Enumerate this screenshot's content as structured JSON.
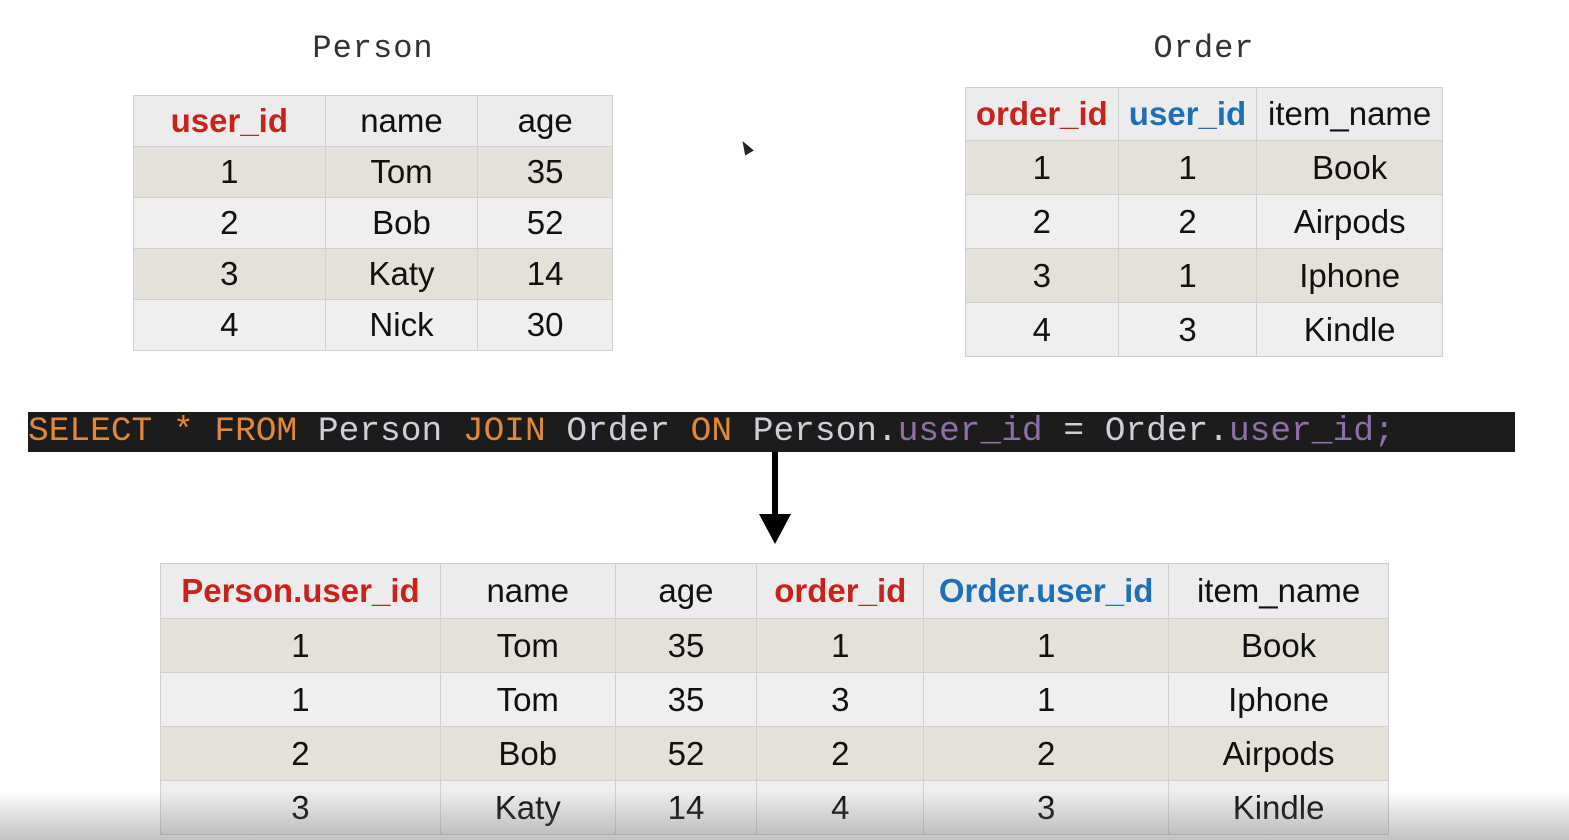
{
  "person": {
    "title": "Person",
    "headers": [
      "user_id",
      "name",
      "age"
    ],
    "header_colors": [
      "red",
      "",
      ""
    ],
    "rows": [
      [
        "1",
        "Tom",
        "35"
      ],
      [
        "2",
        "Bob",
        "52"
      ],
      [
        "3",
        "Katy",
        "14"
      ],
      [
        "4",
        "Nick",
        "30"
      ]
    ]
  },
  "order": {
    "title": "Order",
    "headers": [
      "order_id",
      "user_id",
      "item_name"
    ],
    "header_colors": [
      "red",
      "blue",
      ""
    ],
    "rows": [
      [
        "1",
        "1",
        "Book"
      ],
      [
        "2",
        "2",
        "Airpods"
      ],
      [
        "3",
        "1",
        "Iphone"
      ],
      [
        "4",
        "3",
        "Kindle"
      ]
    ]
  },
  "sql": {
    "tokens": [
      {
        "text": "SELECT",
        "kind": "kw"
      },
      {
        "text": " ",
        "kind": ""
      },
      {
        "text": "*",
        "kind": "kw"
      },
      {
        "text": " ",
        "kind": ""
      },
      {
        "text": "FROM",
        "kind": "kw"
      },
      {
        "text": " Person ",
        "kind": ""
      },
      {
        "text": "JOIN",
        "kind": "kw"
      },
      {
        "text": " Order ",
        "kind": ""
      },
      {
        "text": "ON",
        "kind": "kw"
      },
      {
        "text": " Person.",
        "kind": ""
      },
      {
        "text": "user_id",
        "kind": "col"
      },
      {
        "text": " = Order.",
        "kind": ""
      },
      {
        "text": "user_id;",
        "kind": "col"
      }
    ]
  },
  "result": {
    "headers": [
      "Person.user_id",
      "name",
      "age",
      "order_id",
      "Order.user_id",
      "item_name"
    ],
    "header_colors": [
      "red",
      "",
      "",
      "red",
      "blue",
      ""
    ],
    "rows": [
      [
        "1",
        "Tom",
        "35",
        "1",
        "1",
        "Book"
      ],
      [
        "1",
        "Tom",
        "35",
        "3",
        "1",
        "Iphone"
      ],
      [
        "2",
        "Bob",
        "52",
        "2",
        "2",
        "Airpods"
      ],
      [
        "3",
        "Katy",
        "14",
        "4",
        "3",
        "Kindle"
      ]
    ]
  },
  "colors": {
    "key_red": "#c9221d",
    "key_blue": "#1f6fb8",
    "sql_keyword": "#e0893a",
    "sql_column": "#8e6fa8",
    "sql_background": "#1c1c1c"
  }
}
